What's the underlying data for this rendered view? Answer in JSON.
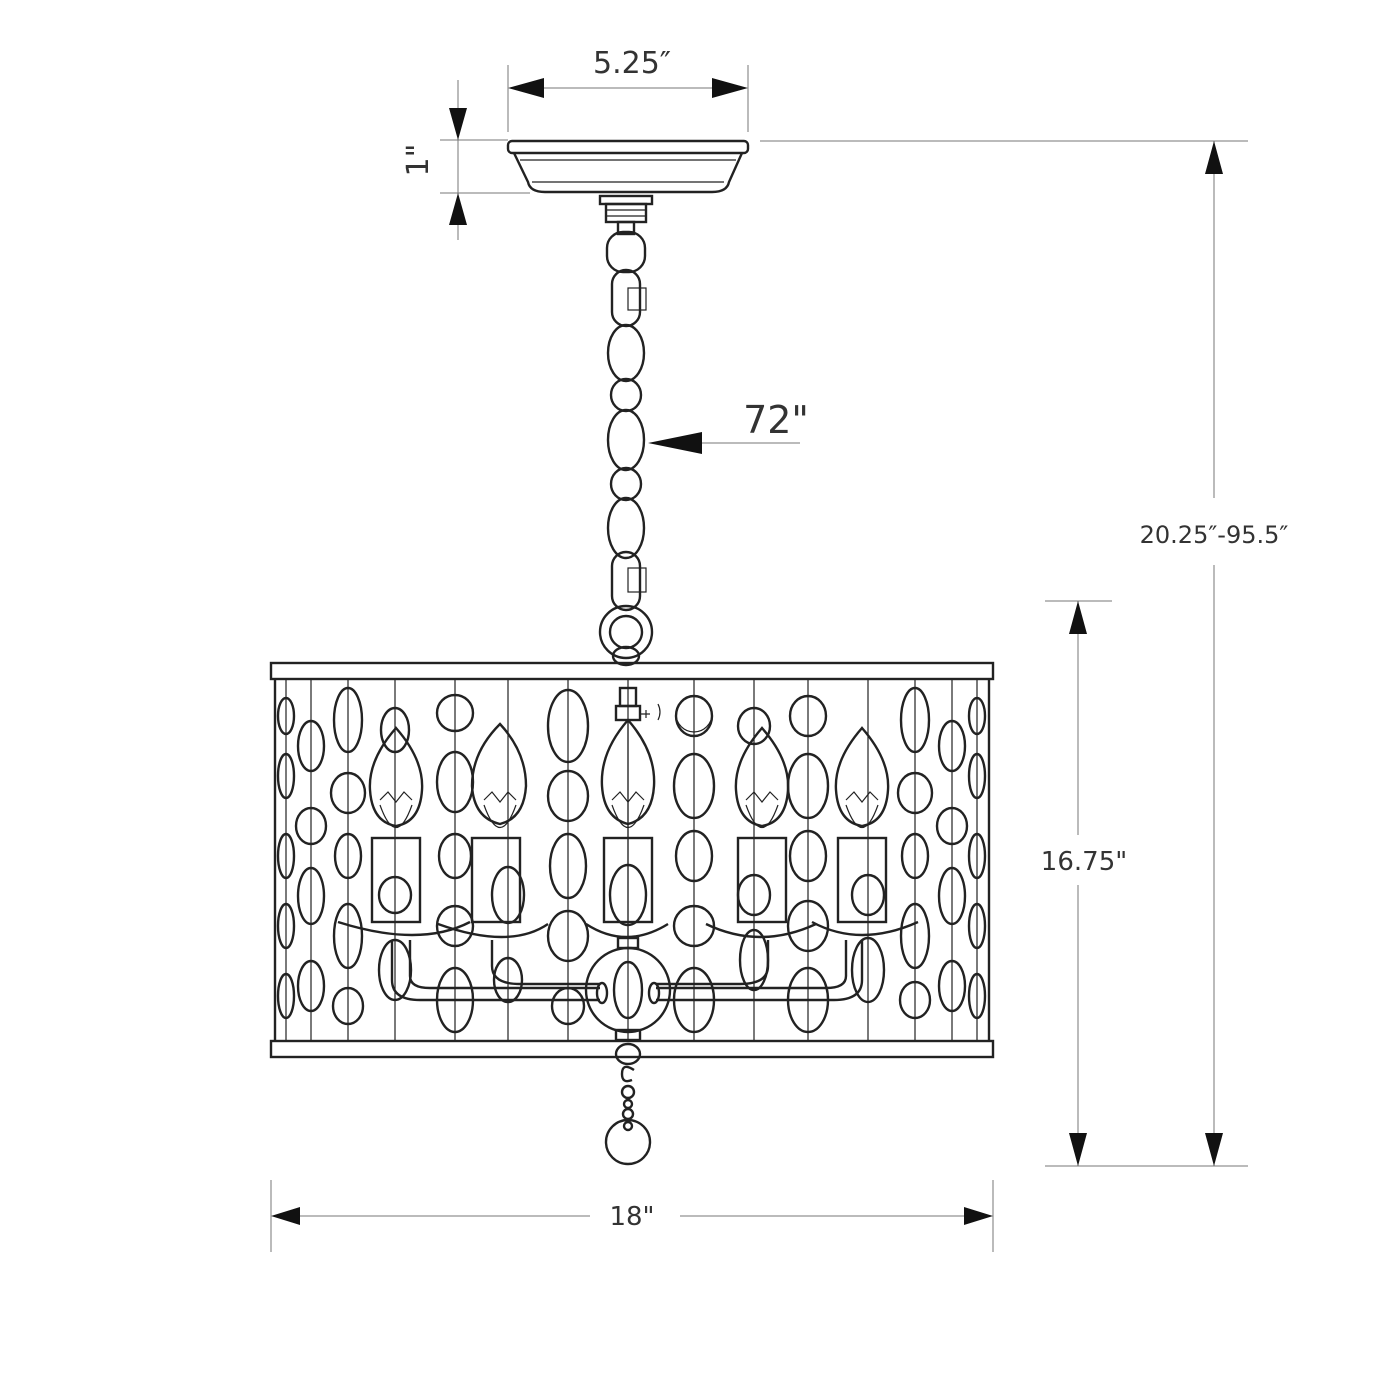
{
  "dimensions": {
    "canopy_width": "5.25″",
    "canopy_height": "1\"",
    "chain_length": "72\"",
    "overall_height": "20.25″-95.5″",
    "shade_height": "16.75\"",
    "shade_width": "18\""
  },
  "colors": {
    "ink": "#222222",
    "dimension_line": "#777777",
    "text": "#333333"
  },
  "icons": [
    "canopy",
    "chain",
    "drum-shade",
    "candle-bulb",
    "crystal-ball"
  ]
}
